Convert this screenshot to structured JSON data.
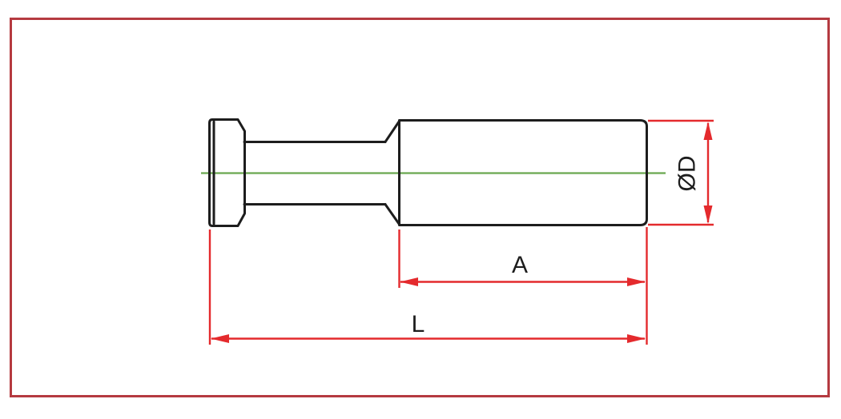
{
  "drawing": {
    "dimensions": {
      "diameter": {
        "label": "ØD"
      },
      "insertion": {
        "label": "A"
      },
      "overall": {
        "label": "L"
      }
    }
  },
  "colors": {
    "frame": "#b53a40",
    "part-line": "#1d1d1d",
    "centerline": "#6aa84f",
    "dimension": "#e42a2d",
    "label-text": "#1d1d1d",
    "background": "#ffffff"
  }
}
